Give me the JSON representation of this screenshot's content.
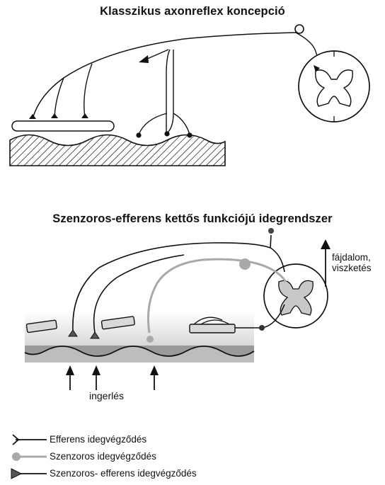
{
  "titles": {
    "classic": "Klasszikus axonreflex koncepció",
    "dual": "Szenzoros-efferens kettős funkciójú idegrendszer"
  },
  "labels": {
    "pain_line1": "fájdalom,",
    "pain_line2": "viszketés",
    "stimulation": "ingerlés"
  },
  "legend": [
    {
      "label": "Efferens idegvégződés",
      "marker": "efferent-bar-icon"
    },
    {
      "label": "Szenzoros idegvégződés",
      "marker": "sensory-circle-icon"
    },
    {
      "label": "Szenzoros- efferens idegvégződés",
      "marker": "dual-triangle-icon"
    }
  ],
  "colors": {
    "ink": "#111111",
    "sensory_gray": "#a9a9a9",
    "tissue_band": "#9a9a9a",
    "gradient_top": "#f4f4f4"
  }
}
